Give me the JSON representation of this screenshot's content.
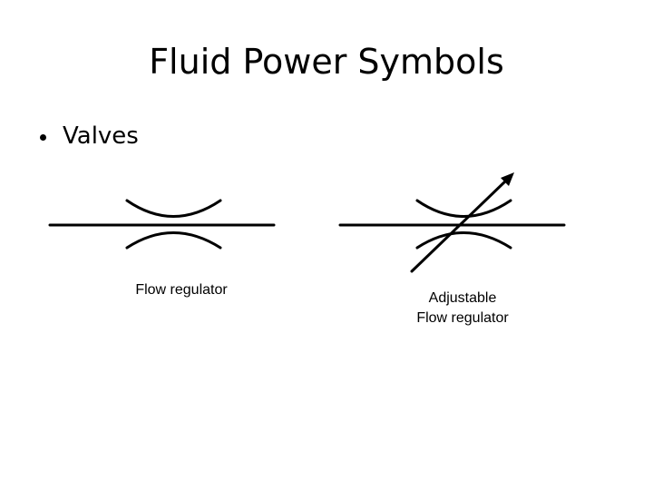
{
  "slide": {
    "title": "Fluid Power Symbols",
    "bullets": [
      "Valves"
    ]
  },
  "symbols": [
    {
      "name": "flow-regulator",
      "caption_lines": [
        "Flow regulator"
      ]
    },
    {
      "name": "adjustable-flow-regulator",
      "caption_lines": [
        "Adjustable",
        "Flow regulator"
      ]
    }
  ],
  "colors": {
    "stroke": "#000000",
    "background": "#ffffff"
  }
}
